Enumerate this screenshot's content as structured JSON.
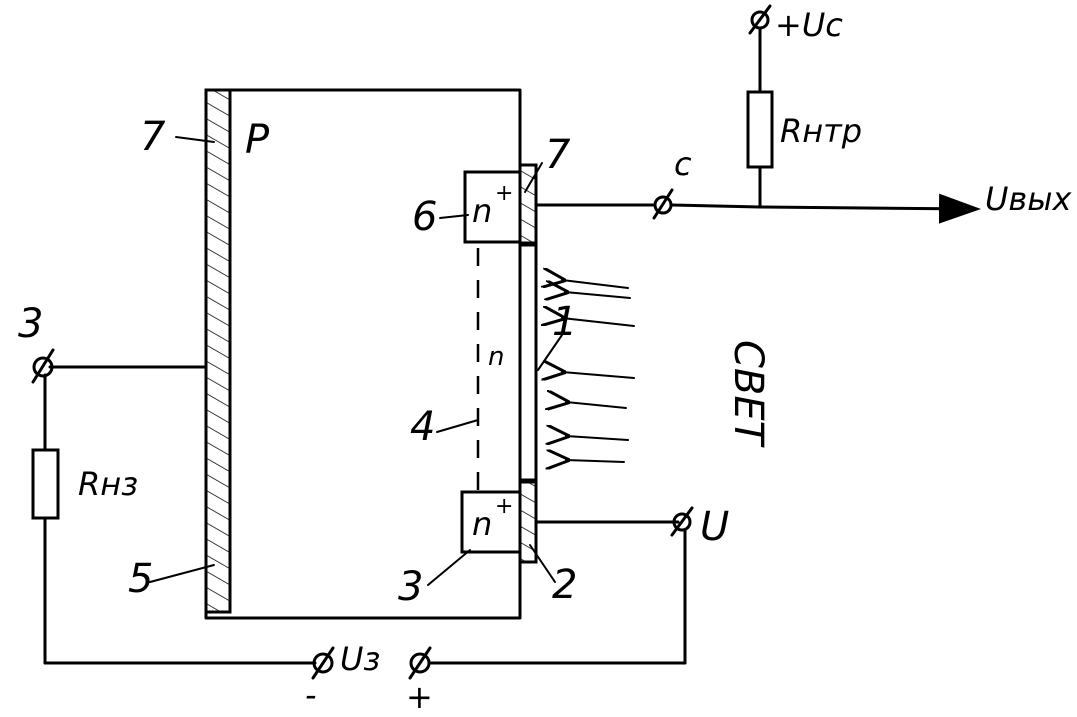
{
  "diagram": {
    "labels": {
      "region_p": "P",
      "region_n": "n",
      "n_plus_top": "n",
      "n_plus_top_sup": "+",
      "n_plus_bottom": "n",
      "n_plus_bottom_sup": "+",
      "num_7_left": "7",
      "num_7_right": "7",
      "num_6": "6",
      "num_4": "4",
      "num_5": "5",
      "num_3_bottom": "3",
      "num_2": "2",
      "num_3_left": "3",
      "num_1": "1",
      "light": "СВЕТ",
      "r_ntr": "Rнтр",
      "r_nz": "Rнз",
      "u_c": "+Uc",
      "node_c": "c",
      "u_out": "Uвых",
      "u_node": "U",
      "u_z": "Uз",
      "minus": "-",
      "plus": "+"
    }
  }
}
